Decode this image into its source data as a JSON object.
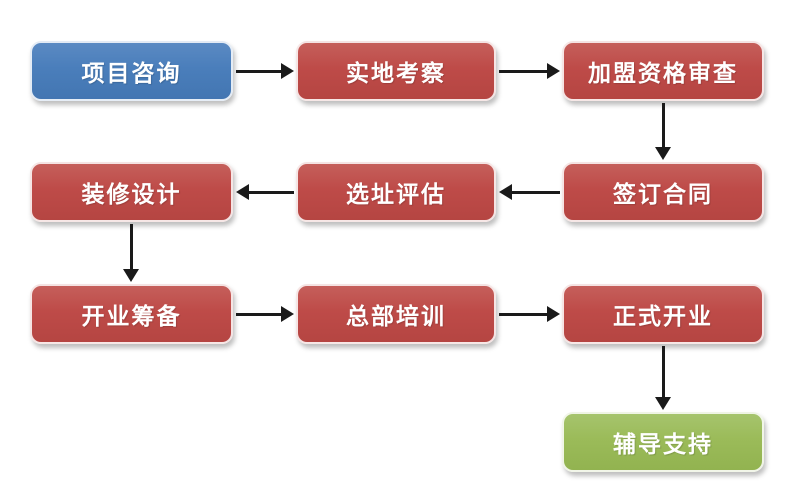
{
  "diagram": {
    "type": "flowchart",
    "background_color": "#FFFFFF",
    "colors": {
      "start_node": "#4A7EBB",
      "process_node": "#BE4B48",
      "end_node": "#9BBB59",
      "arrow": "#1A1A1A",
      "node_text": "#FFFFFF"
    },
    "nodes": [
      {
        "id": "project-consultation",
        "label": "项目咨询",
        "color": "#4A7EBB"
      },
      {
        "id": "site-inspection",
        "label": "实地考察",
        "color": "#BE4B48"
      },
      {
        "id": "franchise-qualification-review",
        "label": "加盟资格审查",
        "color": "#BE4B48"
      },
      {
        "id": "contract-signing",
        "label": "签订合同",
        "color": "#BE4B48"
      },
      {
        "id": "site-selection-evaluation",
        "label": "选址评估",
        "color": "#BE4B48"
      },
      {
        "id": "decoration-design",
        "label": "装修设计",
        "color": "#BE4B48"
      },
      {
        "id": "opening-preparation",
        "label": "开业筹备",
        "color": "#BE4B48"
      },
      {
        "id": "headquarters-training",
        "label": "总部培训",
        "color": "#BE4B48"
      },
      {
        "id": "grand-opening",
        "label": "正式开业",
        "color": "#BE4B48"
      },
      {
        "id": "guidance-support",
        "label": "辅导支持",
        "color": "#9BBB59"
      }
    ],
    "edges": [
      {
        "from": "project-consultation",
        "to": "site-inspection",
        "direction": "right"
      },
      {
        "from": "site-inspection",
        "to": "franchise-qualification-review",
        "direction": "right"
      },
      {
        "from": "franchise-qualification-review",
        "to": "contract-signing",
        "direction": "down"
      },
      {
        "from": "contract-signing",
        "to": "site-selection-evaluation",
        "direction": "left"
      },
      {
        "from": "site-selection-evaluation",
        "to": "decoration-design",
        "direction": "left"
      },
      {
        "from": "decoration-design",
        "to": "opening-preparation",
        "direction": "down"
      },
      {
        "from": "opening-preparation",
        "to": "headquarters-training",
        "direction": "right"
      },
      {
        "from": "headquarters-training",
        "to": "grand-opening",
        "direction": "right"
      },
      {
        "from": "grand-opening",
        "to": "guidance-support",
        "direction": "down"
      }
    ]
  }
}
